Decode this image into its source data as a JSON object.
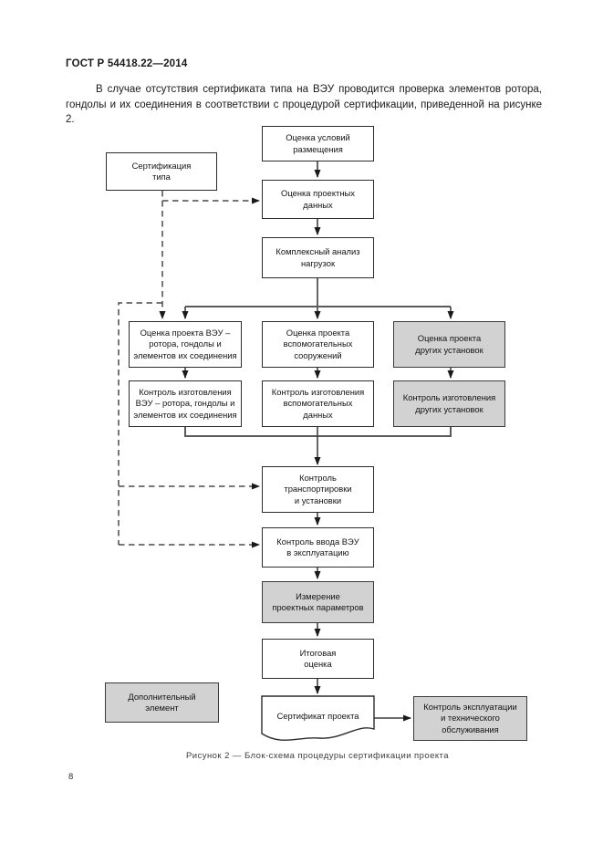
{
  "document": {
    "header": "ГОСТ Р 54418.22—2014",
    "paragraph": "В случае отсутствия сертификата типа на ВЭУ проводится проверка элементов ротора, гондолы и их соединения в соответствии с процедурой сертификации, приведенной на рисунке 2.",
    "figure_caption": "Рисунок 2 — Блок-схема процедуры сертификации проекта",
    "page_number": "8"
  },
  "flowchart": {
    "colors": {
      "gray_box_fill": "#d2d2d2",
      "box_border": "#2c2c2c",
      "connector_line": "#3f3f3f"
    },
    "boxes": {
      "site_conditions": "Оценка условий\nразмещения",
      "type_certification": "Сертификация\nтипа",
      "design_data": "Оценка проектных\nданных",
      "load_analysis": "Комплексный анализ\nнагрузок",
      "wtg_design": "Оценка проекта ВЭУ –\nротора, гондолы и\nэлементов их соединения",
      "aux_design": "Оценка проекта\nвспомогательных\nсооружений",
      "other_design": "Оценка проекта\nдругих установок",
      "wtg_manufacturing": "Контроль изготовления\nВЭУ – ротора, гондолы и\nэлементов их соединения",
      "aux_manufacturing": "Контроль изготовления\nвспомогательных\nданных",
      "other_manufacturing": "Контроль изготовления\nдругих установок",
      "transport_installation": "Контроль\nтранспортировки\nи установки",
      "commissioning": "Контроль ввода ВЭУ\nв эксплуатацию",
      "parameter_measurement": "Измерение\nпроектных параметров",
      "final_evaluation": "Итоговая\nоценка",
      "additional_element": "Дополнительный\nэлемент",
      "project_certificate": "Сертификат проекта",
      "operation_maintenance": "Контроль эксплуатации\nи технического\nобслуживания"
    }
  }
}
